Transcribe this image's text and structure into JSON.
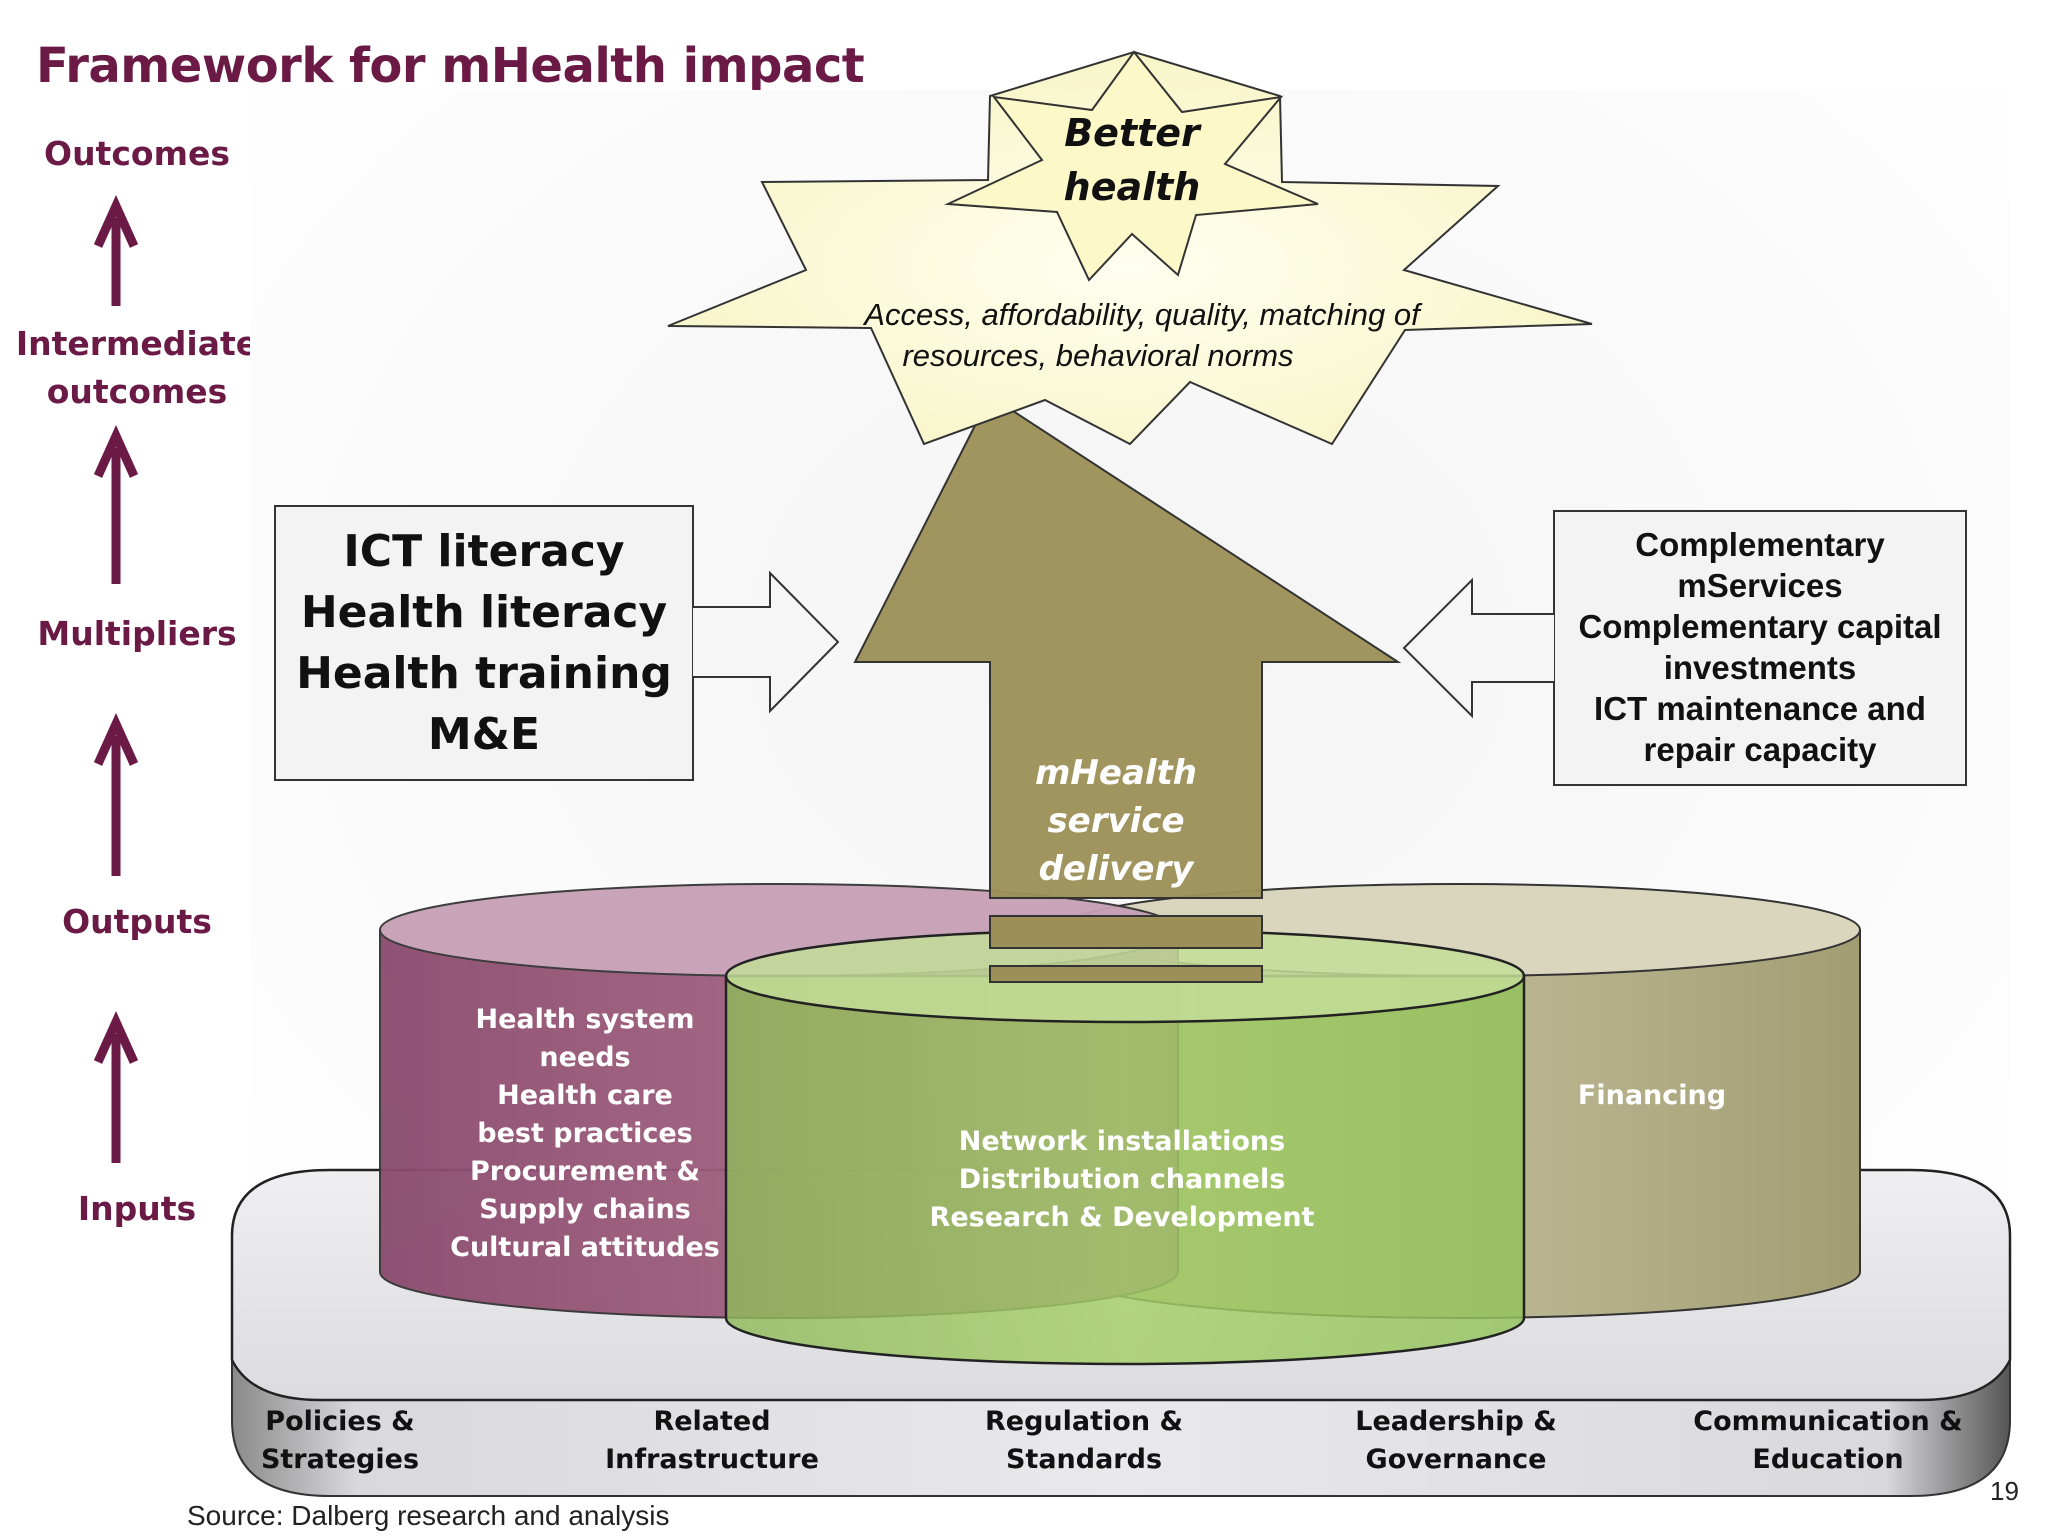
{
  "title": "Framework for mHealth impact",
  "levels": {
    "outcomes": "Outcomes",
    "intermediate_1": "Intermediate",
    "intermediate_2": "outcomes",
    "multipliers": "Multipliers",
    "outputs": "Outputs",
    "inputs": "Inputs"
  },
  "star": {
    "title_1": "Better",
    "title_2": "health",
    "subtitle_1": "Access, affordability, quality, matching of",
    "subtitle_2": "resources,  behavioral norms"
  },
  "center_arrow": {
    "line_1": "mHealth",
    "line_2": "service",
    "line_3": "delivery"
  },
  "left_multiplier": [
    "ICT literacy",
    "Health literacy",
    "Health training",
    "M&E"
  ],
  "right_multiplier": [
    "Complementary",
    "mServices",
    "Complementary capital",
    "investments",
    "ICT maintenance and",
    "repair capacity"
  ],
  "cylinders": {
    "left": [
      "Health system",
      "needs",
      "Health care",
      "best practices",
      "Procurement &",
      "Supply chains",
      "Cultural attitudes"
    ],
    "center": [
      "Network installations",
      "Distribution channels",
      "Research & Development"
    ],
    "right": [
      "Financing"
    ]
  },
  "platform": [
    [
      "Policies &",
      "Strategies"
    ],
    [
      "Related",
      "Infrastructure"
    ],
    [
      "Regulation &",
      "Standards"
    ],
    [
      "Leadership &",
      "Governance"
    ],
    [
      "Communication &",
      "Education"
    ]
  ],
  "source": "Source: Dalberg research and analysis",
  "page_number": "19",
  "colors": {
    "maroon": "#6b1a46",
    "olive": "#9c9058",
    "star_fill": "#fcfbd8",
    "green": "#9ccc5a",
    "mauve": "#9e5a80",
    "khaki": "#b8b38c"
  }
}
